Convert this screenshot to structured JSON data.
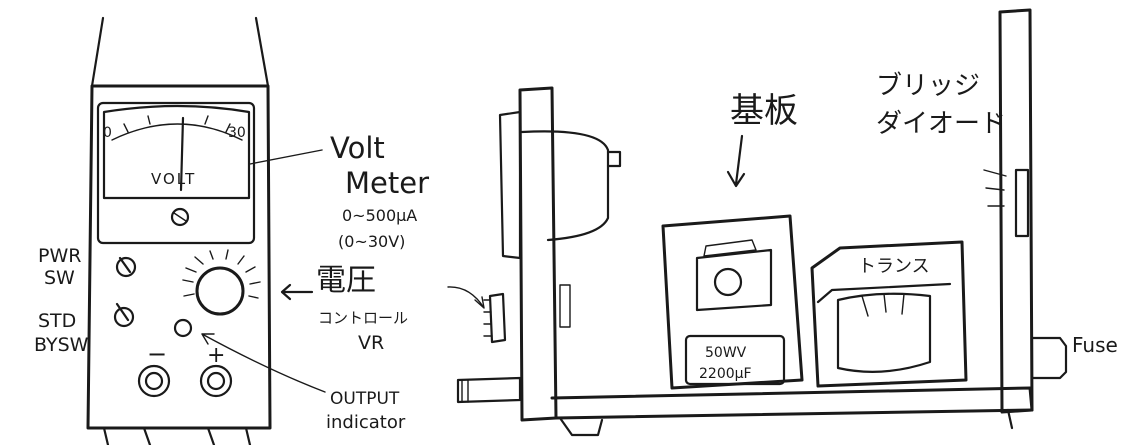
{
  "front_panel": {
    "meter": {
      "scale_min": "0",
      "scale_max": "30",
      "face_text": "VOLT"
    },
    "labels": {
      "pwr_sw": [
        "PWR",
        "SW"
      ],
      "stdby_sw": [
        "STD",
        "BYSW"
      ],
      "minus": "−",
      "plus": "+"
    }
  },
  "annotations": {
    "volt_meter": [
      "Volt",
      "Meter"
    ],
    "meter_spec": [
      "0~500μA",
      "(0~30V)"
    ],
    "voltage_control": {
      "kanji": "電圧",
      "katakana": "コントロール",
      "abbr": "VR"
    },
    "output_indicator": [
      "OUTPUT",
      "indicator"
    ]
  },
  "side_view": {
    "board_label": "基板",
    "bridge_diode": [
      "ブリッジ",
      "ダイオード"
    ],
    "transformer": "トランス",
    "capacitor": [
      "50WV",
      "2200μF"
    ],
    "fuse": "Fuse"
  }
}
